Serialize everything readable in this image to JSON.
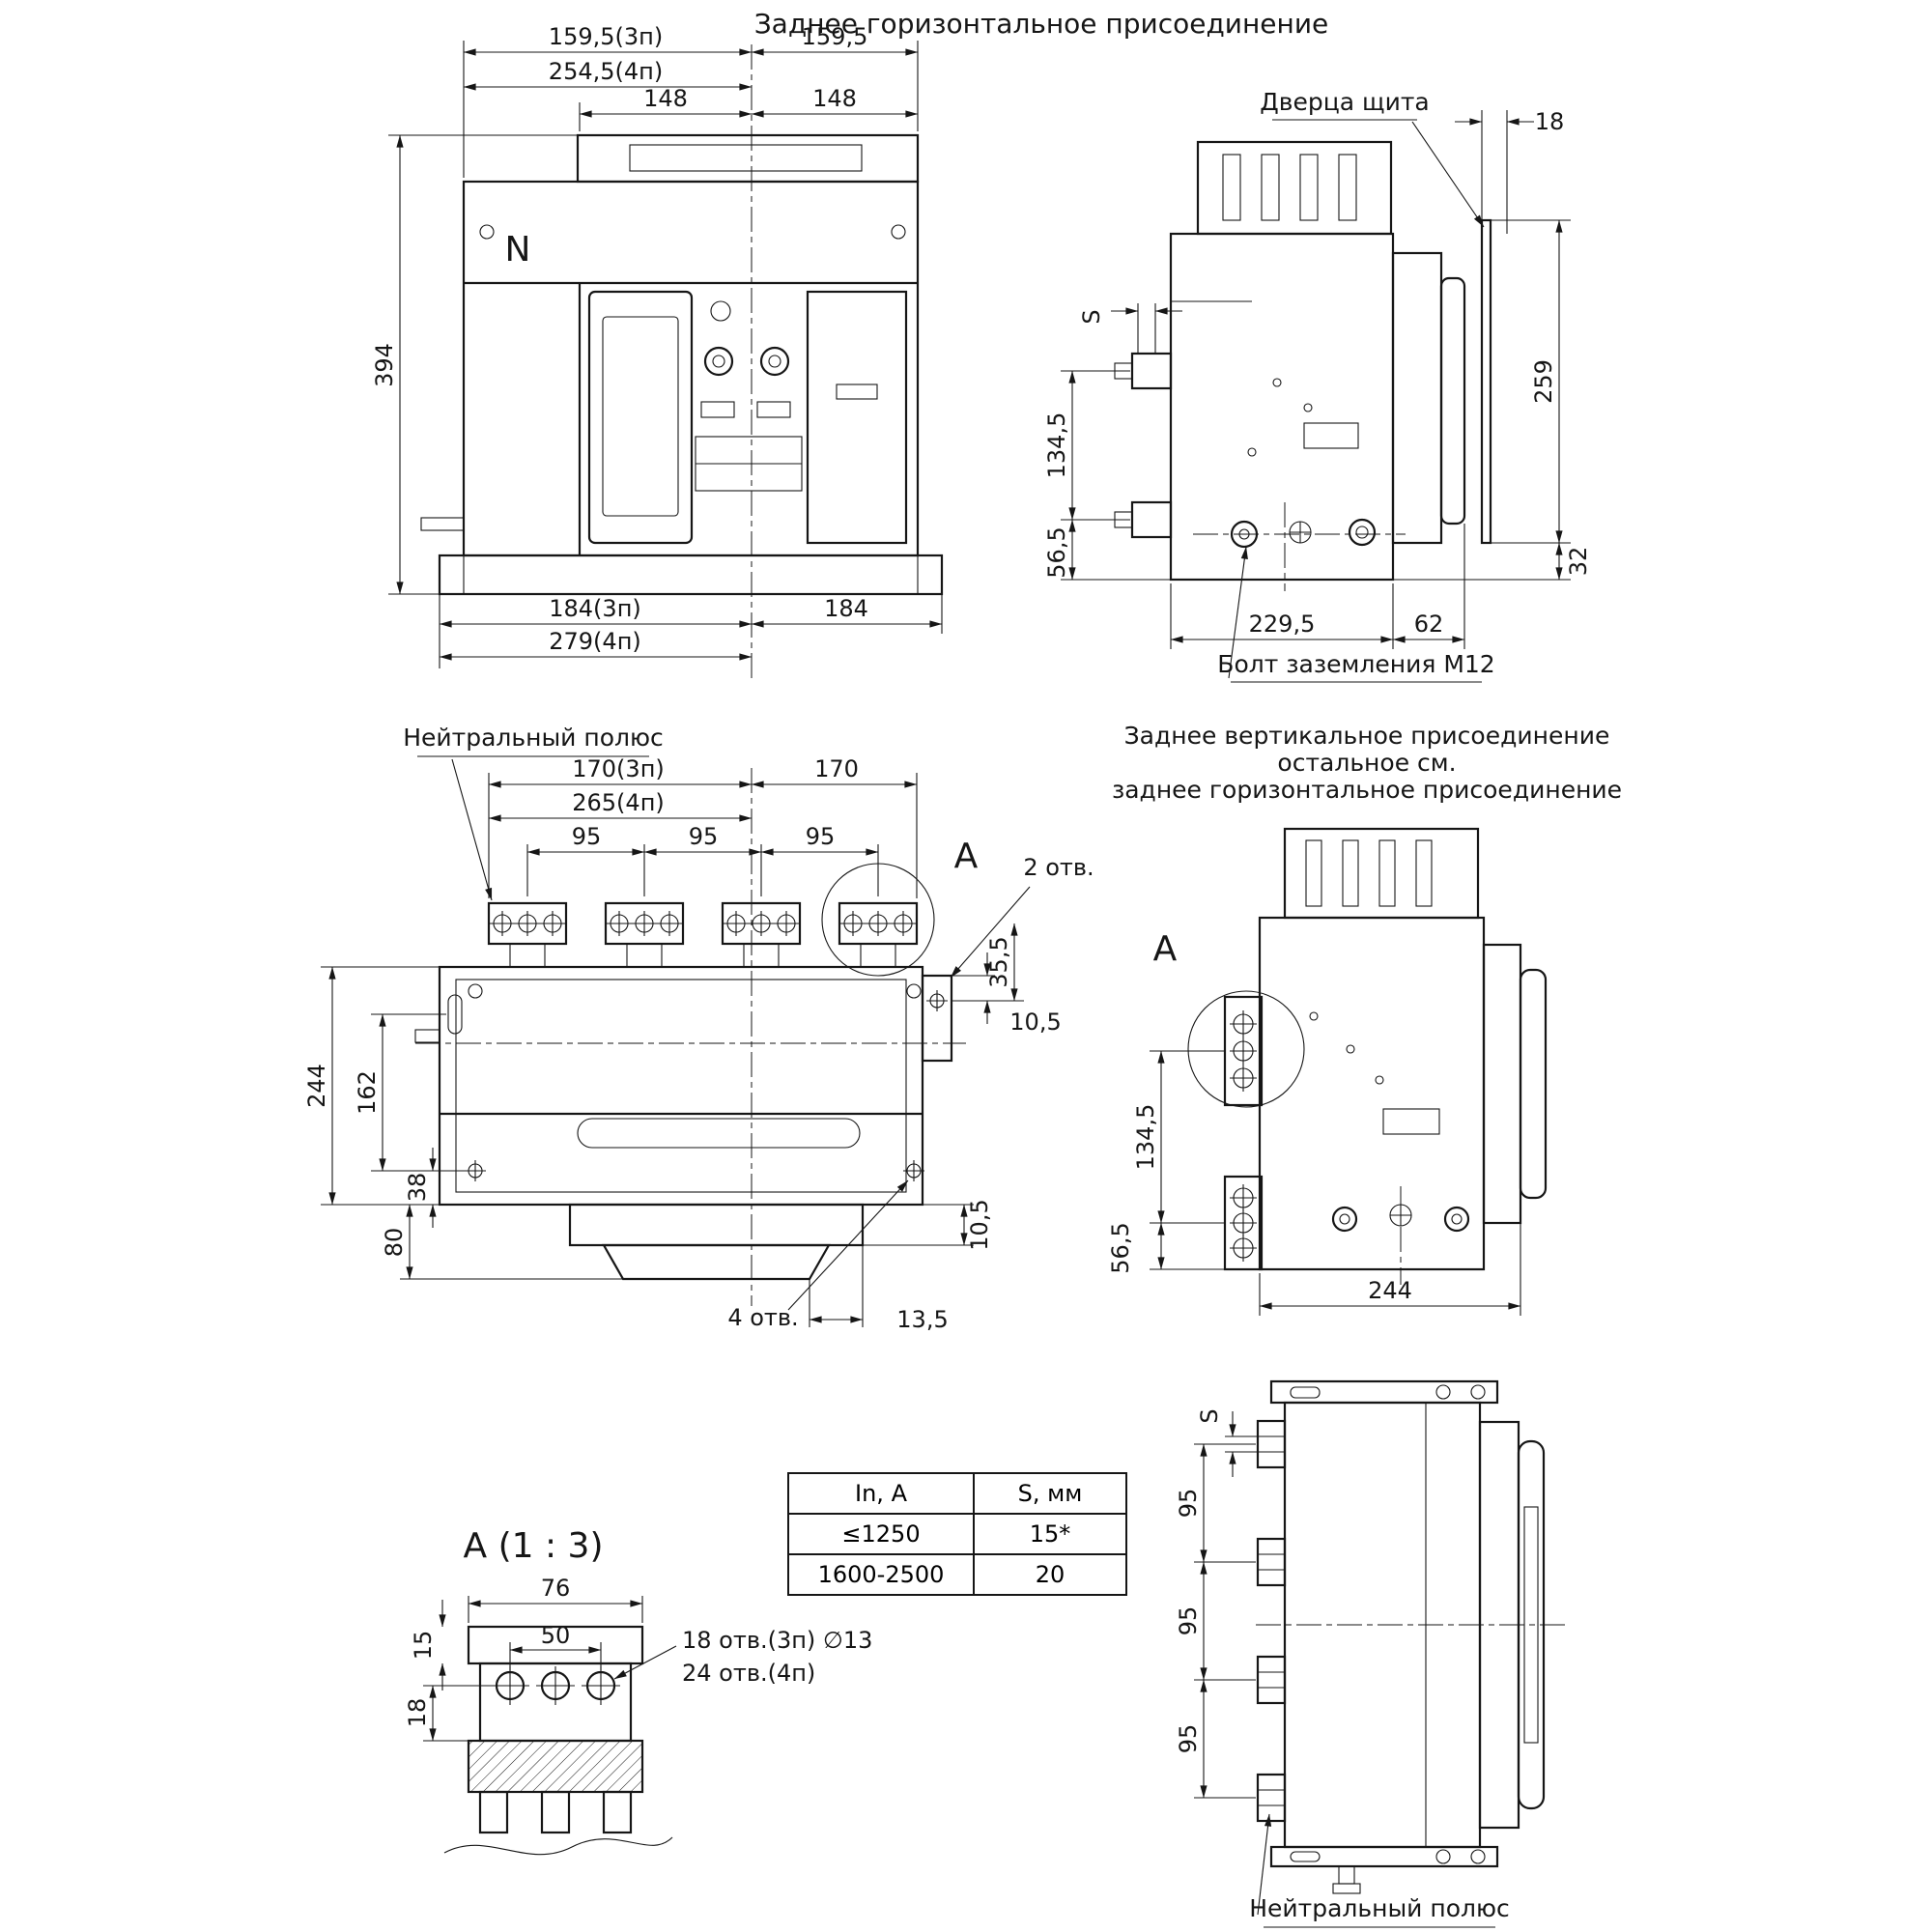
{
  "page_title": "Заднее горизонтальное присоединение",
  "front_view": {
    "dim_159_3p": "159,5(3п)",
    "dim_159": "159,5",
    "dim_254_4p": "254,5(4п)",
    "dim_148_left": "148",
    "dim_148_right": "148",
    "dim_394": "394",
    "dim_184_3p": "184(3п)",
    "dim_184": "184",
    "dim_279_4p": "279(4п)",
    "neutral_marker": "N"
  },
  "side_view": {
    "door_label": "Дверца щита",
    "dim_18": "18",
    "dim_s": "S",
    "dim_134": "134,5",
    "dim_56": "56,5",
    "dim_259": "259",
    "dim_32": "32",
    "dim_229": "229,5",
    "dim_62": "62",
    "ground_bolt_label": "Болт заземления М12"
  },
  "top_view": {
    "neutral_label": "Нейтральный полюс",
    "dim_170_3p": "170(3п)",
    "dim_170": "170",
    "dim_265_4p": "265(4п)",
    "dim_95_1": "95",
    "dim_95_2": "95",
    "dim_95_3": "95",
    "detail_marker": "A",
    "holes_2": "2 отв.",
    "dim_35": "35,5",
    "dim_244": "244",
    "dim_162": "162",
    "dim_38": "38",
    "dim_80": "80",
    "dim_105_a": "10,5",
    "dim_105_b": "10,5",
    "holes_4": "4 отв.",
    "dim_135": "13,5"
  },
  "vertical_view": {
    "title_line1": "Заднее вертикальное присоединение",
    "title_line2": "остальное см.",
    "title_line3": "заднее горизонтальное присоединение",
    "detail_marker": "A",
    "dim_134": "134,5",
    "dim_56": "56,5",
    "dim_244": "244"
  },
  "bottom_view": {
    "dim_s": "S",
    "dim_95_1": "95",
    "dim_95_2": "95",
    "dim_95_3": "95",
    "neutral_label": "Нейтральный полюс"
  },
  "detail_a": {
    "title": "A (1 : 3)",
    "dim_76": "76",
    "dim_50": "50",
    "dim_15": "15",
    "dim_18": "18",
    "holes_line1": "18 отв.(3п) ∅13",
    "holes_line2": "24 отв.(4п)"
  },
  "table": {
    "header_in": "In, A",
    "header_s": "S, мм",
    "rows": [
      {
        "in_a": "≤1250",
        "s_mm": "15*"
      },
      {
        "in_a": "1600-2500",
        "s_mm": "20"
      }
    ]
  }
}
